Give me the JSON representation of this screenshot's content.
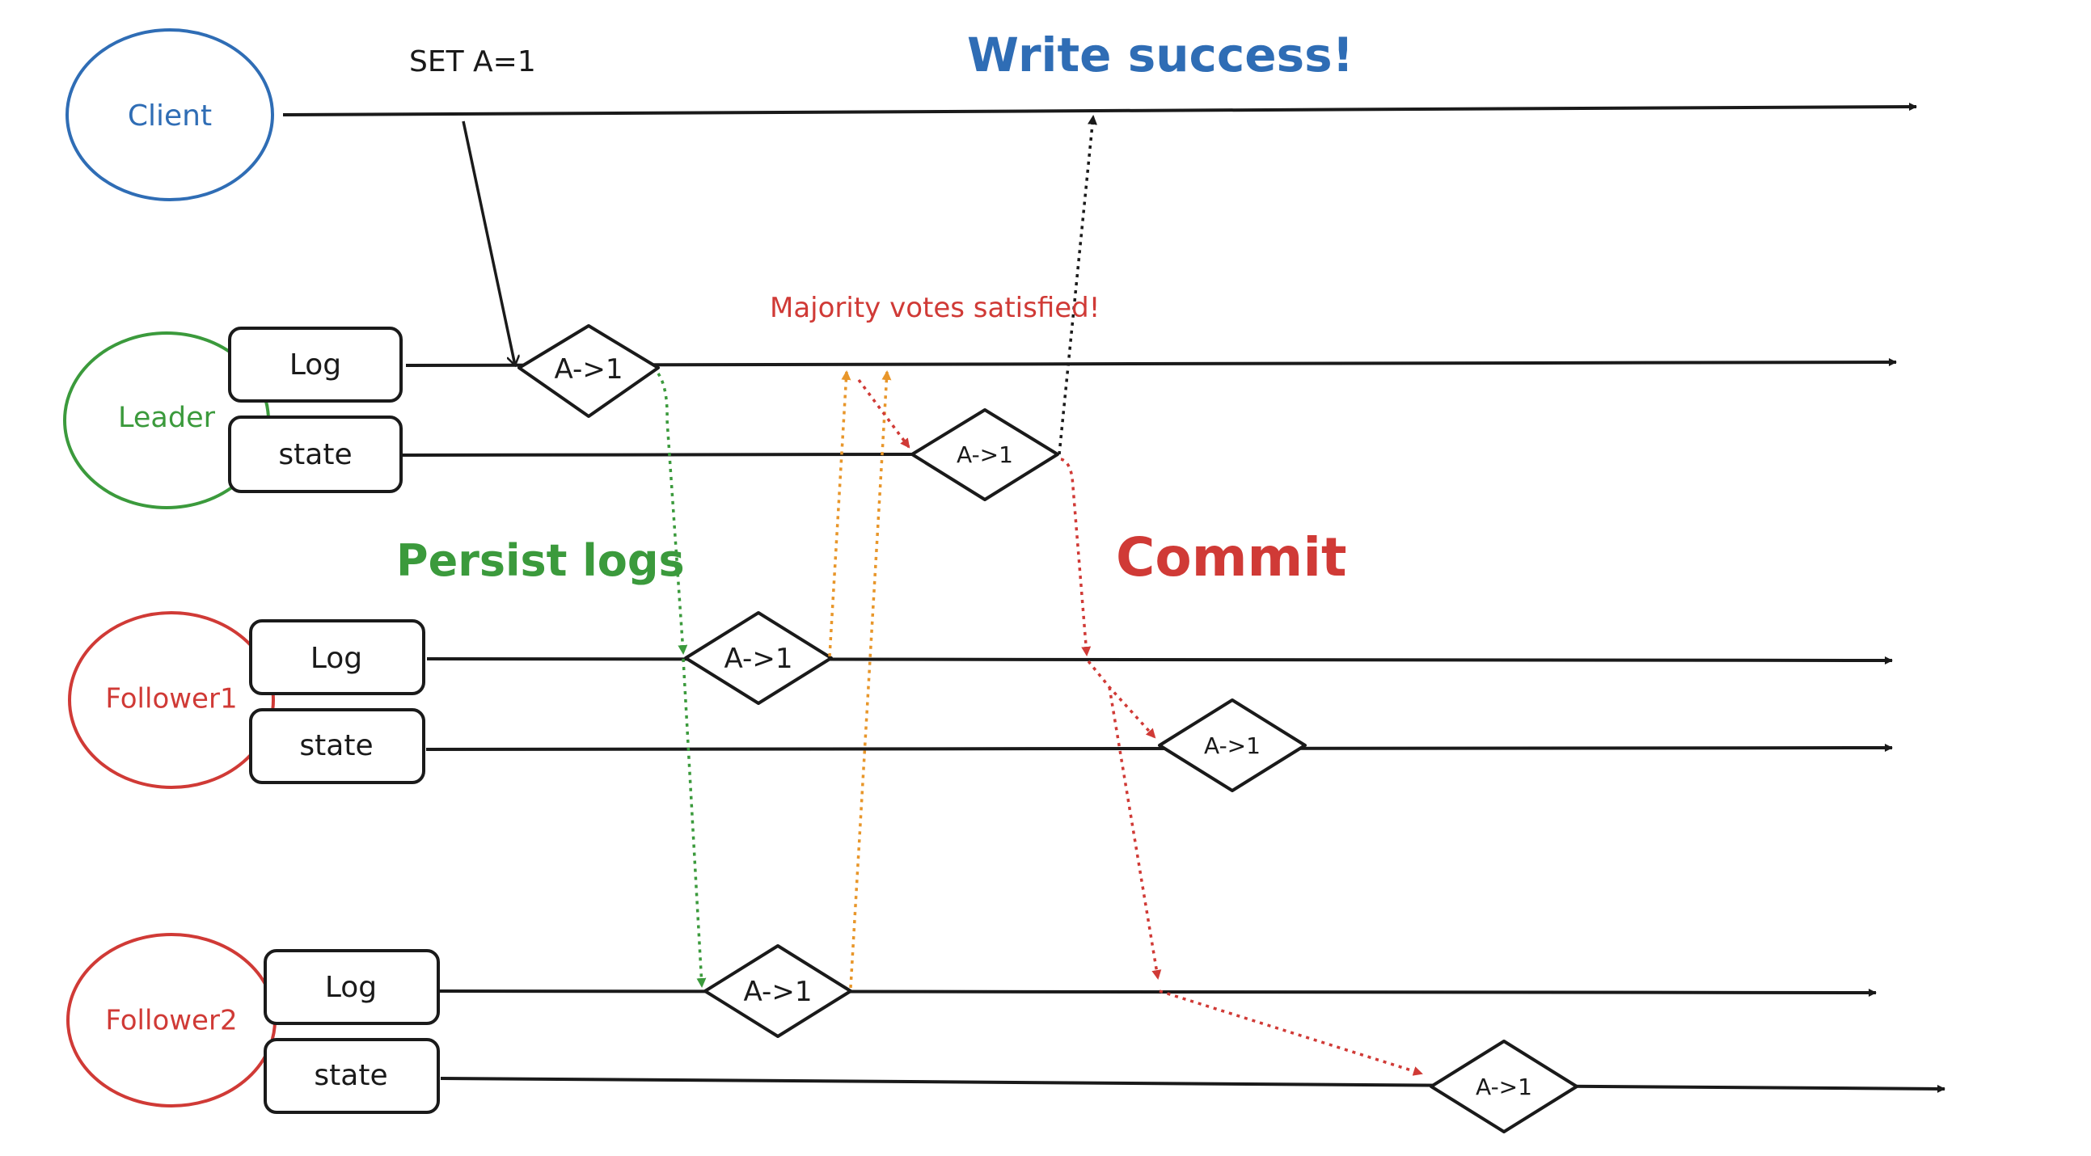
{
  "colors": {
    "blue": "#2f6db5",
    "green": "#3b9a3c",
    "red": "#d03a36",
    "orange": "#e8962a",
    "black": "#1a1a1a"
  },
  "nodes": {
    "client": "Client",
    "leader": "Leader",
    "follower1": "Follower1",
    "follower2": "Follower2"
  },
  "boxes": {
    "log": "Log",
    "state": "state"
  },
  "entry": "A->1",
  "labels": {
    "set_command": "SET A=1",
    "write_success": "Write success!",
    "majority": "Majority votes satisfied!",
    "persist_logs": "Persist logs",
    "commit": "Commit"
  }
}
